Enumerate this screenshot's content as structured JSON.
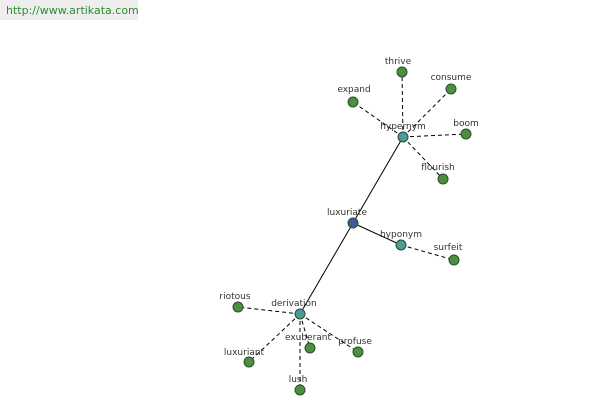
{
  "watermark": {
    "url": "http://www.artikata.com"
  },
  "colors": {
    "root": "#3d5a99",
    "relation": "#4d9a9a",
    "leaf": "#4b8f3f",
    "node_stroke": "#2b4d2b",
    "edge": "#000000"
  },
  "graph": {
    "root": "luxuriate",
    "relations": [
      {
        "label": "hypernym",
        "words": [
          "thrive",
          "expand",
          "consume",
          "boom",
          "flourish"
        ]
      },
      {
        "label": "hyponym",
        "words": [
          "surfeit"
        ]
      },
      {
        "label": "derivation",
        "words": [
          "riotous",
          "exuberant",
          "profuse",
          "luxuriant",
          "lush"
        ]
      }
    ]
  }
}
